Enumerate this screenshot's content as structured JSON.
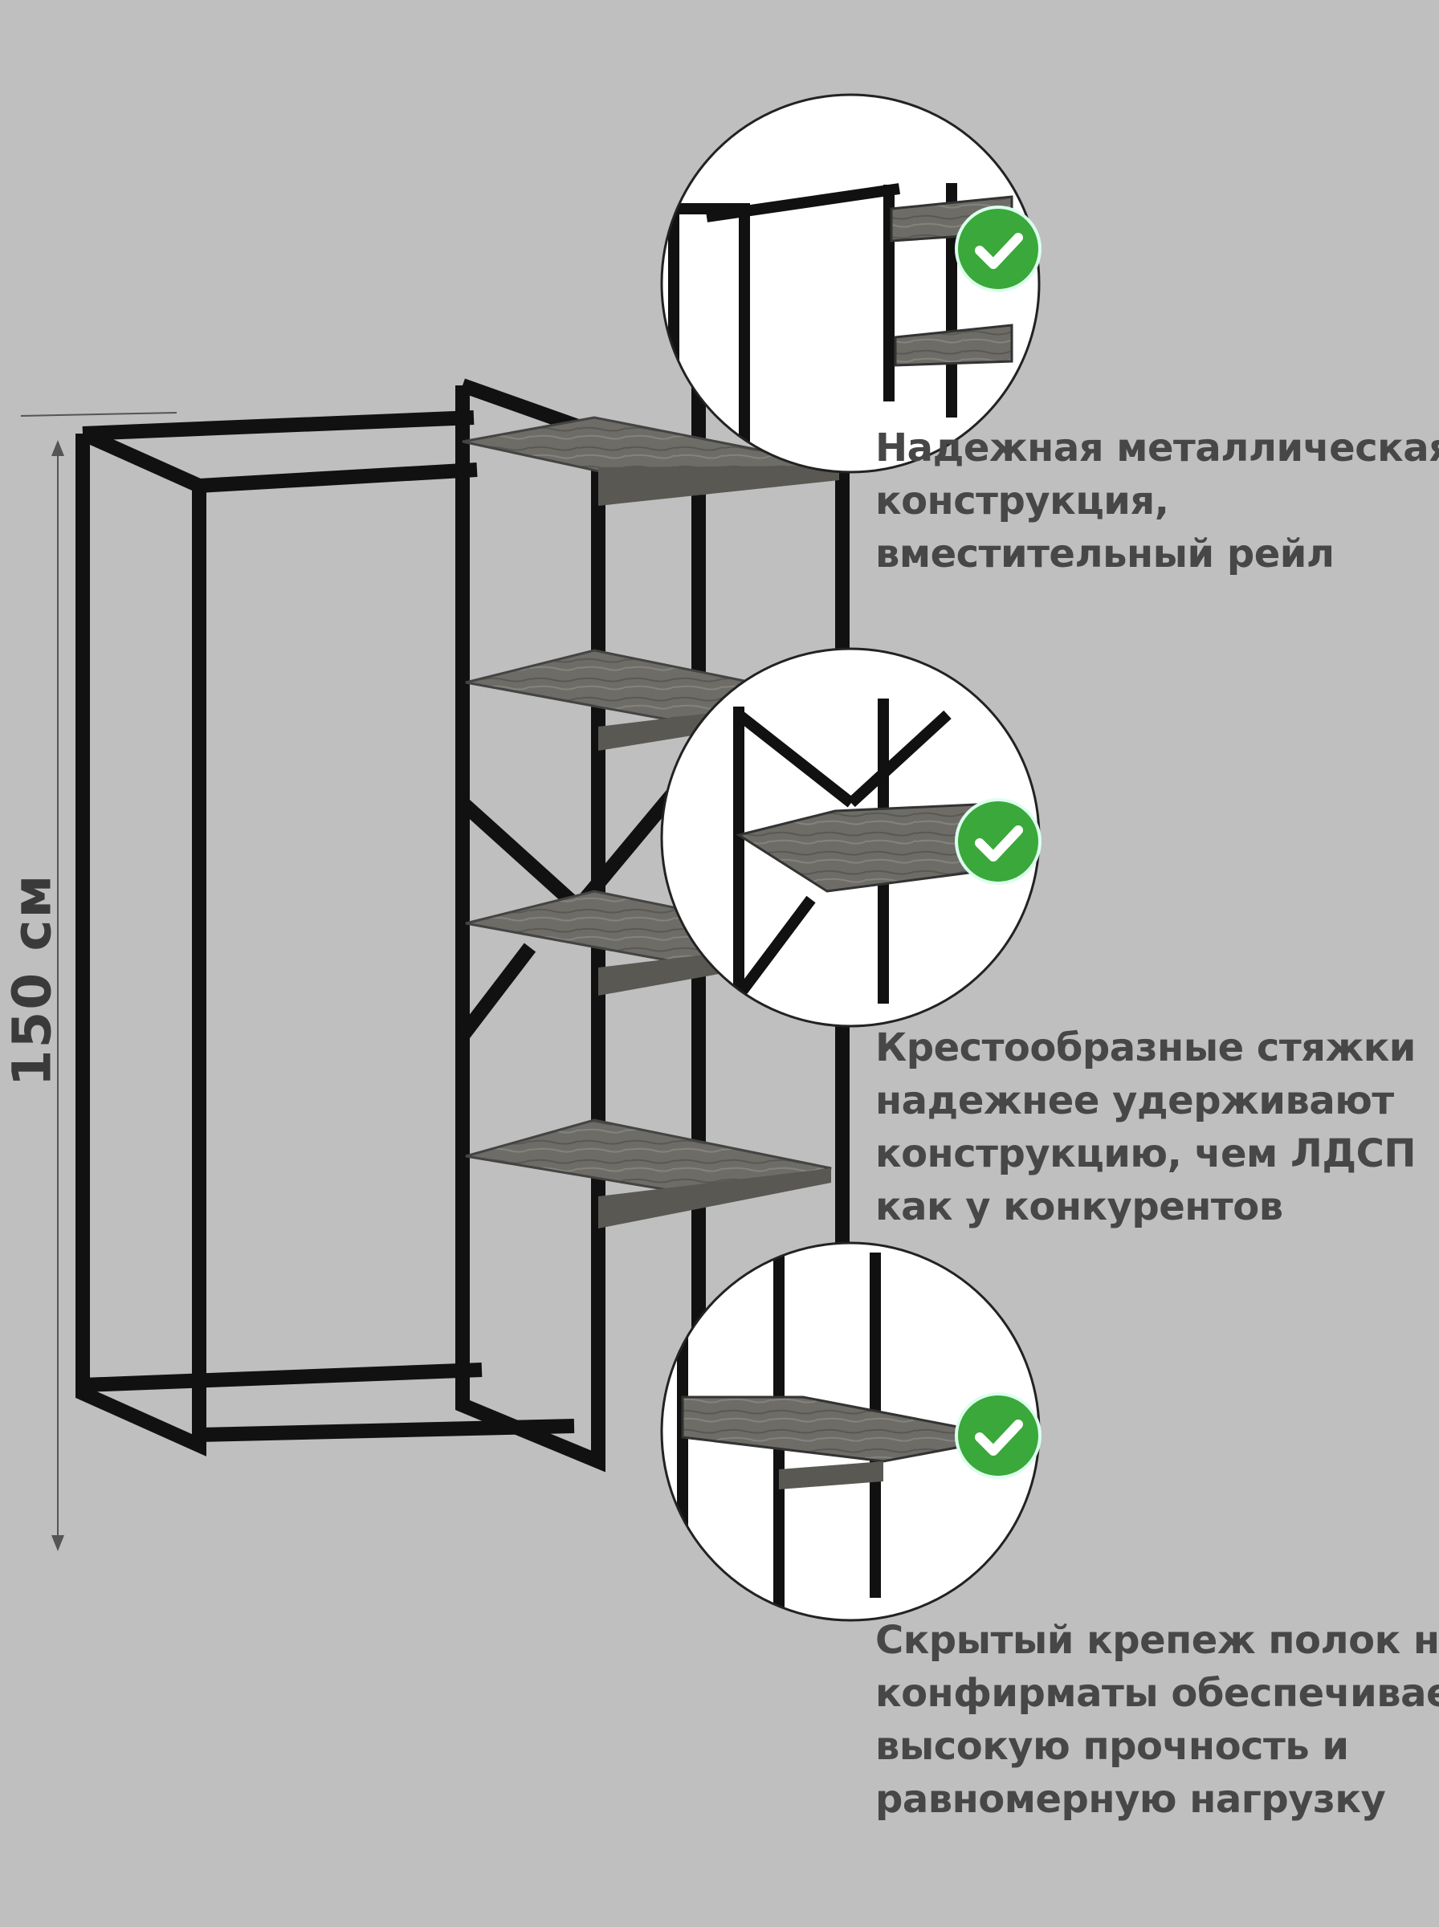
{
  "dimension": {
    "height_label": "150 см"
  },
  "features": [
    {
      "lines": [
        "Надежная металлическая",
        "конструкция,",
        "вместительный рейл"
      ]
    },
    {
      "lines": [
        "Крестообразные стяжки",
        "надежнее удерживают",
        "конструкцию, чем ЛДСП",
        "как у конкурентов"
      ]
    },
    {
      "lines": [
        "Скрытый крепеж полок на",
        "конфирматы обеспечивает",
        "высокую прочность и",
        "равномерную нагрузку"
      ]
    }
  ],
  "badge": {
    "icon": "check-icon",
    "color": "#3aa83a"
  },
  "colors": {
    "background": "#bfbfbf",
    "frame": "#111111",
    "shelf": "#6d6b66",
    "text": "#474747"
  }
}
